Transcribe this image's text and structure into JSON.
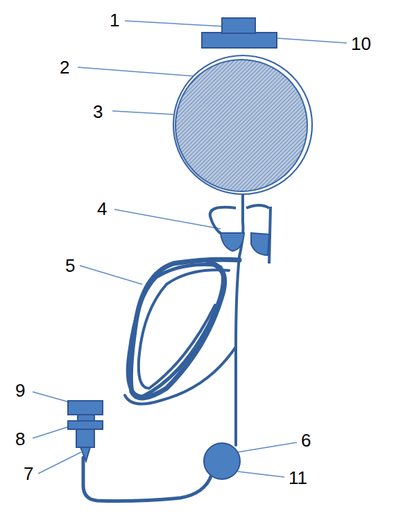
{
  "diagram": {
    "labels": [
      "1",
      "10",
      "2",
      "3",
      "4",
      "5",
      "9",
      "8",
      "7",
      "6",
      "11"
    ]
  }
}
